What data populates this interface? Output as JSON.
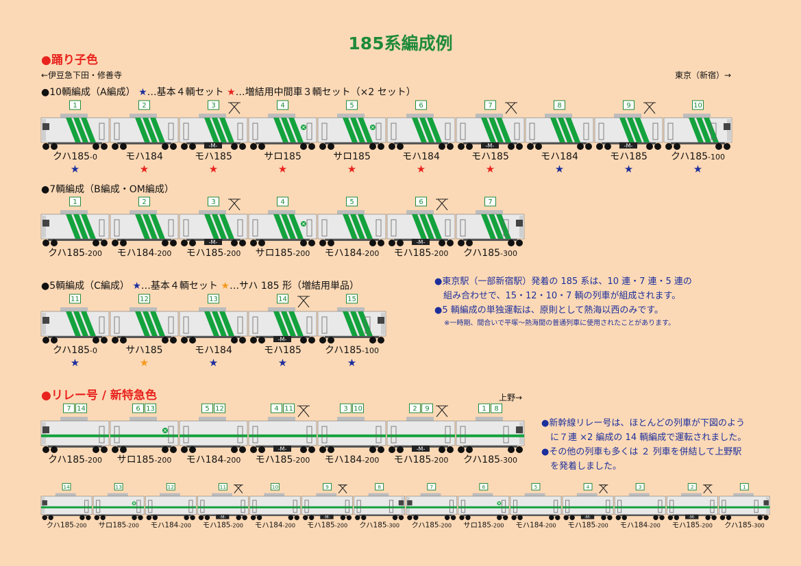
{
  "title": "185系編成例",
  "odoriko": {
    "heading": "●踊り子色",
    "dir_left": "←伊豆急下田・修善寺",
    "dir_right": "東京（新宿）→",
    "cfg10": {
      "pre": "●10輌編成（A編成）",
      "star1": "★",
      "t1": "…基本４輌セット",
      "star2": "★",
      "t2": "…増結用中間車３輌セット（×2 セット）"
    },
    "cfg7": {
      "text": "●7輌編成（B編成・OM編成）"
    },
    "cfg5": {
      "pre": "●5輌編成（C編成）",
      "star1": "★",
      "t1": "…基本４輌セット",
      "star2": "★",
      "t2": "…サハ 185 形（増結用単品）"
    },
    "notes": {
      "l1": "●東京駅（一部新宿駅）発着の 185 系は、10 連・7 連・5 連の",
      "l2": "組み合わせで、15・12・10・7 輌の列車が組成されます。",
      "l3": "●5 輌編成の単独運転は、原則として熱海以西のみです。",
      "l4": "※一時期、間合いで平塚〜熱海間の普通列車に使用されたことがあります。"
    }
  },
  "relay": {
    "heading": "●リレー号 / 新特急色",
    "dir_right": "上野→",
    "notes": {
      "l1": "●新幹線リレー号は、ほとんどの列車が下図のよう",
      "l2": "に７連 ×2 編成の 14 輌編成で運転されました。",
      "l3": "●その他の列車も多くは ２ 列車を併結して上野駅",
      "l4": "を発着しました。"
    }
  },
  "colors": {
    "green": "#13a23d",
    "star_blue": "#1c2f9c",
    "star_red": "#e8231e",
    "star_orange": "#f39a1e",
    "body": "#e9e9e9"
  },
  "motor_mark": "-M-",
  "chart_data": {
    "type": "table",
    "trains": [
      {
        "id": "a10",
        "livery": "odoriko",
        "cars": [
          {
            "no": "1",
            "name": "クハ185",
            "suf": "-0",
            "type": "cab_l",
            "star": "b"
          },
          {
            "no": "2",
            "name": "モハ184",
            "suf": "",
            "type": "mid",
            "star": "r"
          },
          {
            "no": "3",
            "name": "モハ185",
            "suf": "",
            "type": "mid",
            "panto": true,
            "motor": true,
            "star": "r"
          },
          {
            "no": "4",
            "name": "サロ185",
            "suf": "",
            "type": "mid",
            "green": true,
            "star": "r"
          },
          {
            "no": "5",
            "name": "サロ185",
            "suf": "",
            "type": "mid",
            "green": true,
            "star": "r"
          },
          {
            "no": "6",
            "name": "モハ184",
            "suf": "",
            "type": "mid",
            "star": "r"
          },
          {
            "no": "7",
            "name": "モハ185",
            "suf": "",
            "type": "mid",
            "panto": true,
            "motor": true,
            "star": "r"
          },
          {
            "no": "8",
            "name": "モハ184",
            "suf": "",
            "type": "mid",
            "star": "b"
          },
          {
            "no": "9",
            "name": "モハ185",
            "suf": "",
            "type": "mid",
            "panto": true,
            "motor": true,
            "star": "b"
          },
          {
            "no": "10",
            "name": "クハ185",
            "suf": "-100",
            "type": "cab_r",
            "star": "b"
          }
        ]
      },
      {
        "id": "b7",
        "livery": "odoriko",
        "cars": [
          {
            "no": "1",
            "name": "クハ185",
            "suf": "-200",
            "type": "cab_l"
          },
          {
            "no": "2",
            "name": "モハ184",
            "suf": "-200",
            "type": "mid"
          },
          {
            "no": "3",
            "name": "モハ185",
            "suf": "-200",
            "type": "mid",
            "panto": true,
            "motor": true
          },
          {
            "no": "4",
            "name": "サロ185",
            "suf": "-200",
            "type": "mid",
            "green": true
          },
          {
            "no": "5",
            "name": "モハ184",
            "suf": "-200",
            "type": "mid"
          },
          {
            "no": "6",
            "name": "モハ185",
            "suf": "-200",
            "type": "mid",
            "panto": true,
            "motor": true
          },
          {
            "no": "7",
            "name": "クハ185",
            "suf": "-300",
            "type": "cab_r"
          }
        ]
      },
      {
        "id": "c5",
        "livery": "odoriko",
        "cars": [
          {
            "no": "11",
            "name": "クハ185",
            "suf": "-0",
            "type": "cab_l",
            "star": "b"
          },
          {
            "no": "12",
            "name": "サハ185",
            "suf": "",
            "type": "mid",
            "star": "o"
          },
          {
            "no": "13",
            "name": "モハ184",
            "suf": "",
            "type": "mid",
            "star": "b"
          },
          {
            "no": "14",
            "name": "モハ185",
            "suf": "",
            "type": "mid",
            "panto": true,
            "motor": true,
            "star": "b"
          },
          {
            "no": "15",
            "name": "クハ185",
            "suf": "-100",
            "type": "cab_r",
            "star": "b"
          }
        ]
      },
      {
        "id": "relay7",
        "livery": "relay",
        "cars": [
          {
            "no": "7",
            "no2": "14",
            "name": "クハ185",
            "suf": "-200",
            "type": "cab_l"
          },
          {
            "no": "6",
            "no2": "13",
            "name": "サロ185",
            "suf": "-200",
            "type": "mid",
            "green": true
          },
          {
            "no": "5",
            "no2": "12",
            "name": "モハ184",
            "suf": "-200",
            "type": "mid"
          },
          {
            "no": "4",
            "no2": "11",
            "name": "モハ185",
            "suf": "-200",
            "type": "mid",
            "panto": true,
            "motor": true
          },
          {
            "no": "3",
            "no2": "10",
            "name": "モハ184",
            "suf": "-200",
            "type": "mid"
          },
          {
            "no": "2",
            "no2": "9",
            "name": "モハ185",
            "suf": "-200",
            "type": "mid",
            "panto": true,
            "motor": true
          },
          {
            "no": "1",
            "no2": "8",
            "name": "クハ185",
            "suf": "-300",
            "type": "cab_r"
          }
        ]
      },
      {
        "id": "relay14",
        "livery": "relay",
        "cars": [
          {
            "no": "14",
            "name": "クハ185",
            "suf": "-200",
            "type": "cab_l"
          },
          {
            "no": "13",
            "name": "サロ185",
            "suf": "-200",
            "type": "mid",
            "green": true
          },
          {
            "no": "12",
            "name": "モハ184",
            "suf": "-200",
            "type": "mid"
          },
          {
            "no": "11",
            "name": "モハ185",
            "suf": "-200",
            "type": "mid",
            "panto": true,
            "motor": true
          },
          {
            "no": "10",
            "name": "モハ184",
            "suf": "-200",
            "type": "mid"
          },
          {
            "no": "9",
            "name": "モハ185",
            "suf": "-200",
            "type": "mid",
            "panto": true,
            "motor": true
          },
          {
            "no": "8",
            "name": "クハ185",
            "suf": "-300",
            "type": "cab_r"
          },
          {
            "no": "7",
            "name": "クハ185",
            "suf": "-200",
            "type": "cab_l"
          },
          {
            "no": "6",
            "name": "サロ185",
            "suf": "-200",
            "type": "mid",
            "green": true
          },
          {
            "no": "5",
            "name": "モハ184",
            "suf": "-200",
            "type": "mid"
          },
          {
            "no": "4",
            "name": "モハ185",
            "suf": "-200",
            "type": "mid",
            "panto": true,
            "motor": true
          },
          {
            "no": "3",
            "name": "モハ184",
            "suf": "-200",
            "type": "mid"
          },
          {
            "no": "2",
            "name": "モハ185",
            "suf": "-200",
            "type": "mid",
            "panto": true,
            "motor": true
          },
          {
            "no": "1",
            "name": "クハ185",
            "suf": "-300",
            "type": "cab_r"
          }
        ]
      }
    ]
  }
}
